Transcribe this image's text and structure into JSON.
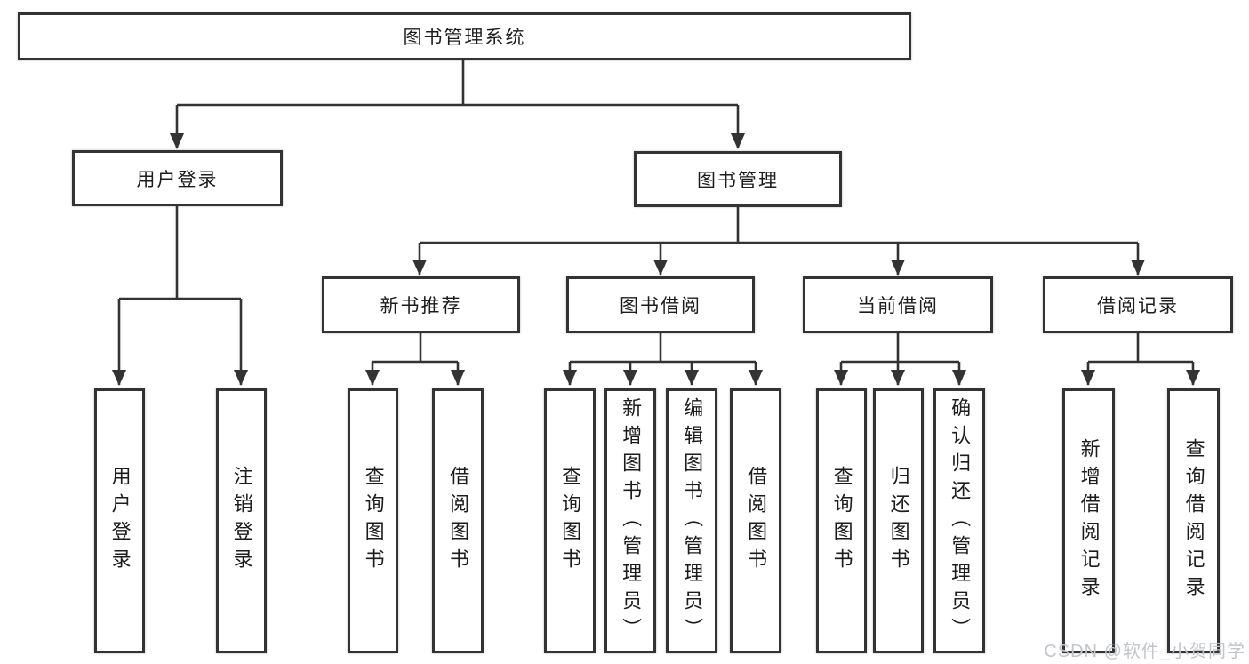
{
  "tree": {
    "root": {
      "label": "图书管理系统"
    },
    "user_login": {
      "label": "用户登录",
      "children": [
        {
          "label": "用户登录"
        },
        {
          "label": "注销登录"
        }
      ]
    },
    "book_mgmt": {
      "label": "图书管理",
      "sections": [
        {
          "label": "新书推荐",
          "children": [
            {
              "label": "查询图书"
            },
            {
              "label": "借阅图书"
            }
          ]
        },
        {
          "label": "图书借阅",
          "children": [
            {
              "label": "查询图书"
            },
            {
              "label": "新增图书（管理员）"
            },
            {
              "label": "编辑图书（管理员）"
            },
            {
              "label": "借阅图书"
            }
          ]
        },
        {
          "label": "当前借阅",
          "children": [
            {
              "label": "查询图书"
            },
            {
              "label": "归还图书"
            },
            {
              "label": "确认归还（管理员）"
            }
          ]
        },
        {
          "label": "借阅记录",
          "children": [
            {
              "label": "新增借阅记录"
            },
            {
              "label": "查询借阅记录"
            }
          ]
        }
      ]
    }
  },
  "watermark": "CSDN @软件_小贺同学",
  "colors": {
    "background": "#ffffff",
    "line": "#333333",
    "box_border": "#333333",
    "text": "#1c1c1c",
    "watermark": "#c2c5cb"
  }
}
